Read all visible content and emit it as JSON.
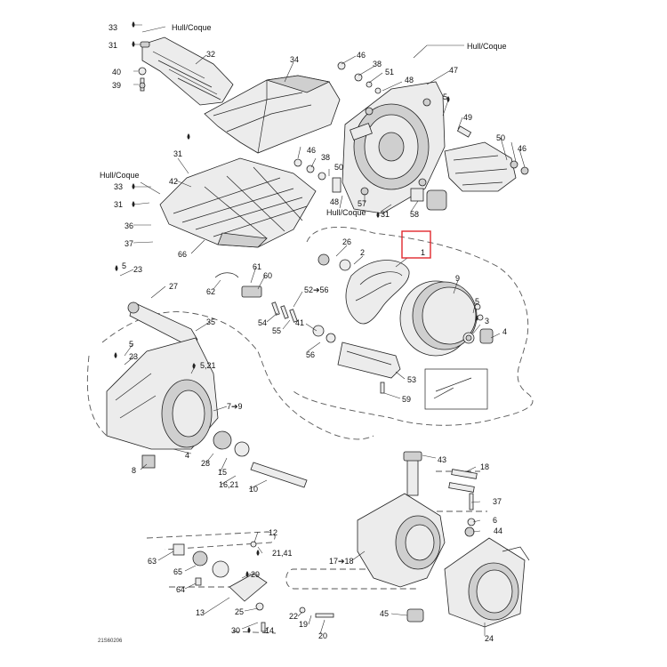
{
  "diagram": {
    "code": "21S60206",
    "highlight_color": "#e0282d",
    "labels": {
      "l33a": "33",
      "l31a": "31",
      "l40": "40",
      "l39": "39",
      "l32": "32",
      "l34": "34",
      "l46a": "46",
      "l38a": "38",
      "l51": "51",
      "l48a": "48",
      "l47": "47",
      "l5a": "5",
      "l49": "49",
      "l50": "50",
      "l46b": "46",
      "l46c": "46",
      "l38b": "38",
      "l50b": "50",
      "l31b": "31",
      "l42": "42",
      "l33b": "33",
      "l31c": "31",
      "l48b": "48",
      "l57": "57",
      "l31d": "31",
      "l58": "58",
      "l36": "36",
      "l37a": "37",
      "l66": "66",
      "l26": "26",
      "l1": "1",
      "l2": "2",
      "l9": "9",
      "l5b": "5",
      "l23a": "23",
      "l27": "27",
      "l61": "61",
      "l60": "60",
      "l62": "62",
      "l52": "52➔56",
      "l5c": "5",
      "l3": "3",
      "l35": "35",
      "l54": "54",
      "l55": "55",
      "l41": "41",
      "l56": "56",
      "l4a": "4",
      "l5d": "5",
      "l23b": "23",
      "l521": "5,21",
      "l53": "53",
      "l59": "59",
      "l79": "7➔9",
      "l4b": "4",
      "l28": "28",
      "l15": "15",
      "l1621": "16,21",
      "l10": "10",
      "l8": "8",
      "l43": "43",
      "l18": "18",
      "l37b": "37",
      "l6": "6",
      "l44": "44",
      "l12": "12",
      "l2141": "21,41",
      "l63": "63",
      "l65": "65",
      "l29": "29",
      "l64": "64",
      "l1718": "17➔18",
      "l13": "13",
      "l25": "25",
      "l22": "22",
      "l19": "19",
      "l30": "30",
      "l14": "14",
      "l20": "20",
      "l45": "45",
      "l24": "24"
    },
    "hull_labels": {
      "h1": "Hull/Coque",
      "h2": "Hull/Coque",
      "h3": "Hull/Coque",
      "h4": "Hull/Coque"
    }
  }
}
